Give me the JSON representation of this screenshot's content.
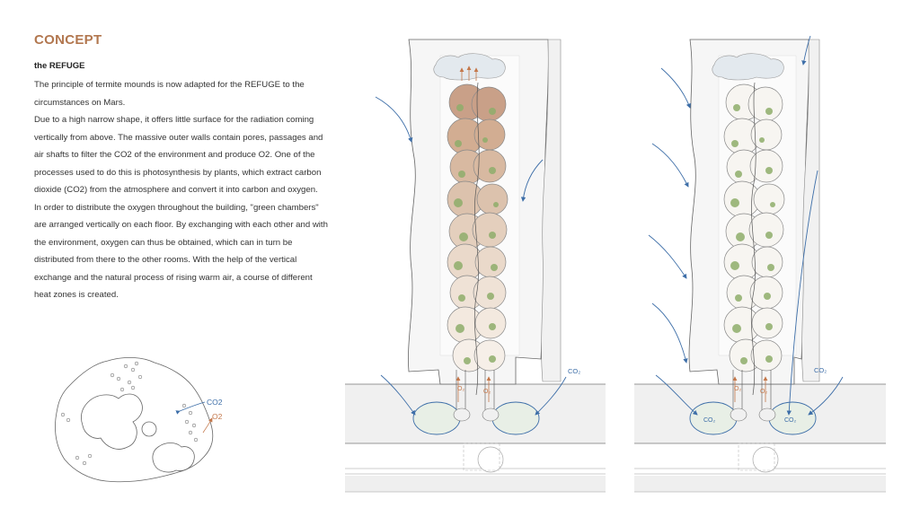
{
  "title": "CONCEPT",
  "subtitle": "the REFUGE",
  "paragraphs": [
    "The principle of termite mounds is now adapted for the REFUGE to the circumstances on Mars.",
    "Due to a high narrow shape, it offers little surface for the radiation coming vertically from above. The massive outer walls contain pores, passages and air shafts to filter the CO2 of the environment and produce O2. One of the processes used to do this is photosynthesis by plants, which extract carbon dioxide (CO2) from the atmosphere and convert it into carbon and oxygen.",
    "In order to distribute the oxygen throughout the building, \"green chambers\" are arranged vertically on each floor. By exchanging with each other and with the environment, oxygen can thus be obtained, which can in turn be distributed from there to the other rooms. With the help of the vertical exchange and the natural process of rising warm air, a course of different heat zones is created."
  ],
  "plan_labels": {
    "co2": "CO2",
    "o2": "O2"
  },
  "section_labels": {
    "co2": "CO₂",
    "o2": "O₂"
  },
  "colors": {
    "title": "#b2774f",
    "co2_blue": "#3d6ea8",
    "o2_orange": "#c4774a",
    "chamber_brown": "#d2ad92",
    "plant_green": "#8fae6b"
  }
}
